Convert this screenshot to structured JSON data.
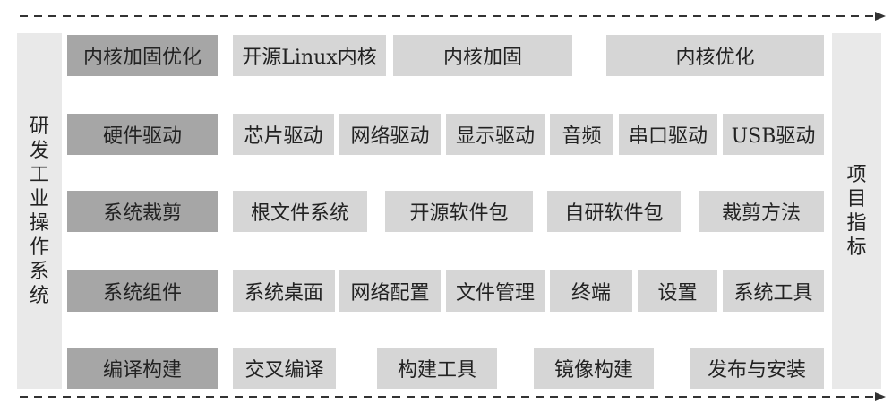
{
  "left_label": "研发工业操作系统",
  "right_label": "项目指标",
  "rows": [
    {
      "category": "内核加固优化",
      "items": [
        "开源Linux内核",
        "内核加固",
        "内核优化"
      ]
    },
    {
      "category": "硬件驱动",
      "items": [
        "芯片驱动",
        "网络驱动",
        "显示驱动",
        "音频",
        "串口驱动",
        "USB驱动"
      ]
    },
    {
      "category": "系统裁剪",
      "items": [
        "根文件系统",
        "开源软件包",
        "自研软件包",
        "裁剪方法"
      ]
    },
    {
      "category": "系统组件",
      "items": [
        "系统桌面",
        "网络配置",
        "文件管理",
        "终端",
        "设置",
        "系统工具"
      ]
    },
    {
      "category": "编译构建",
      "items": [
        "交叉编译",
        "构建工具",
        "镜像构建",
        "发布与安装"
      ]
    }
  ],
  "colors": {
    "category_bg": "#a6a6a6",
    "item_bg": "#d6d6d6",
    "panel_bg": "#e9e9e9",
    "arrow": "#333333"
  }
}
